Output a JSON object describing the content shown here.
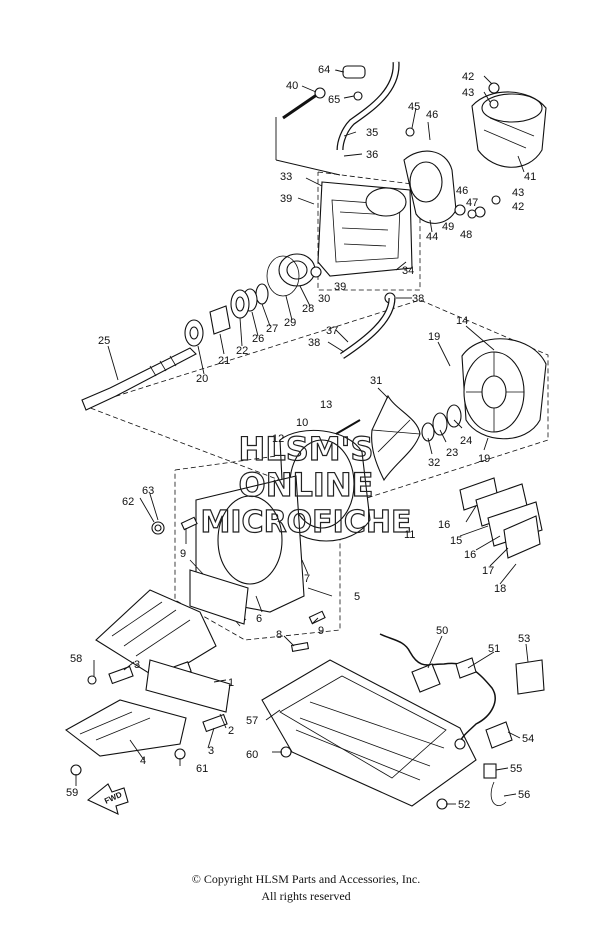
{
  "watermark": {
    "line1": "HLSM'S",
    "line2": "ONLINE",
    "line3": "MICROFICHE"
  },
  "fwd_label": "FWD",
  "callouts": [
    "64",
    "65",
    "40",
    "35",
    "36",
    "42",
    "43",
    "45",
    "46",
    "41",
    "46",
    "47",
    "43",
    "42",
    "33",
    "39",
    "44",
    "49",
    "48",
    "34",
    "30",
    "39",
    "38",
    "28",
    "29",
    "27",
    "26",
    "22",
    "21",
    "20",
    "25",
    "37",
    "38",
    "19",
    "14",
    "31",
    "13",
    "10",
    "12",
    "24",
    "23",
    "32",
    "19",
    "62",
    "63",
    "9",
    "5",
    "6",
    "9",
    "8",
    "7",
    "11",
    "16",
    "15",
    "16",
    "17",
    "18",
    "50",
    "51",
    "53",
    "58",
    "3",
    "1",
    "2",
    "3",
    "4",
    "57",
    "60",
    "61",
    "59",
    "54",
    "55",
    "56",
    "52"
  ],
  "footer": {
    "copyright": "© Copyright HLSM Parts and Accessories, Inc.",
    "rights": "All rights reserved"
  }
}
